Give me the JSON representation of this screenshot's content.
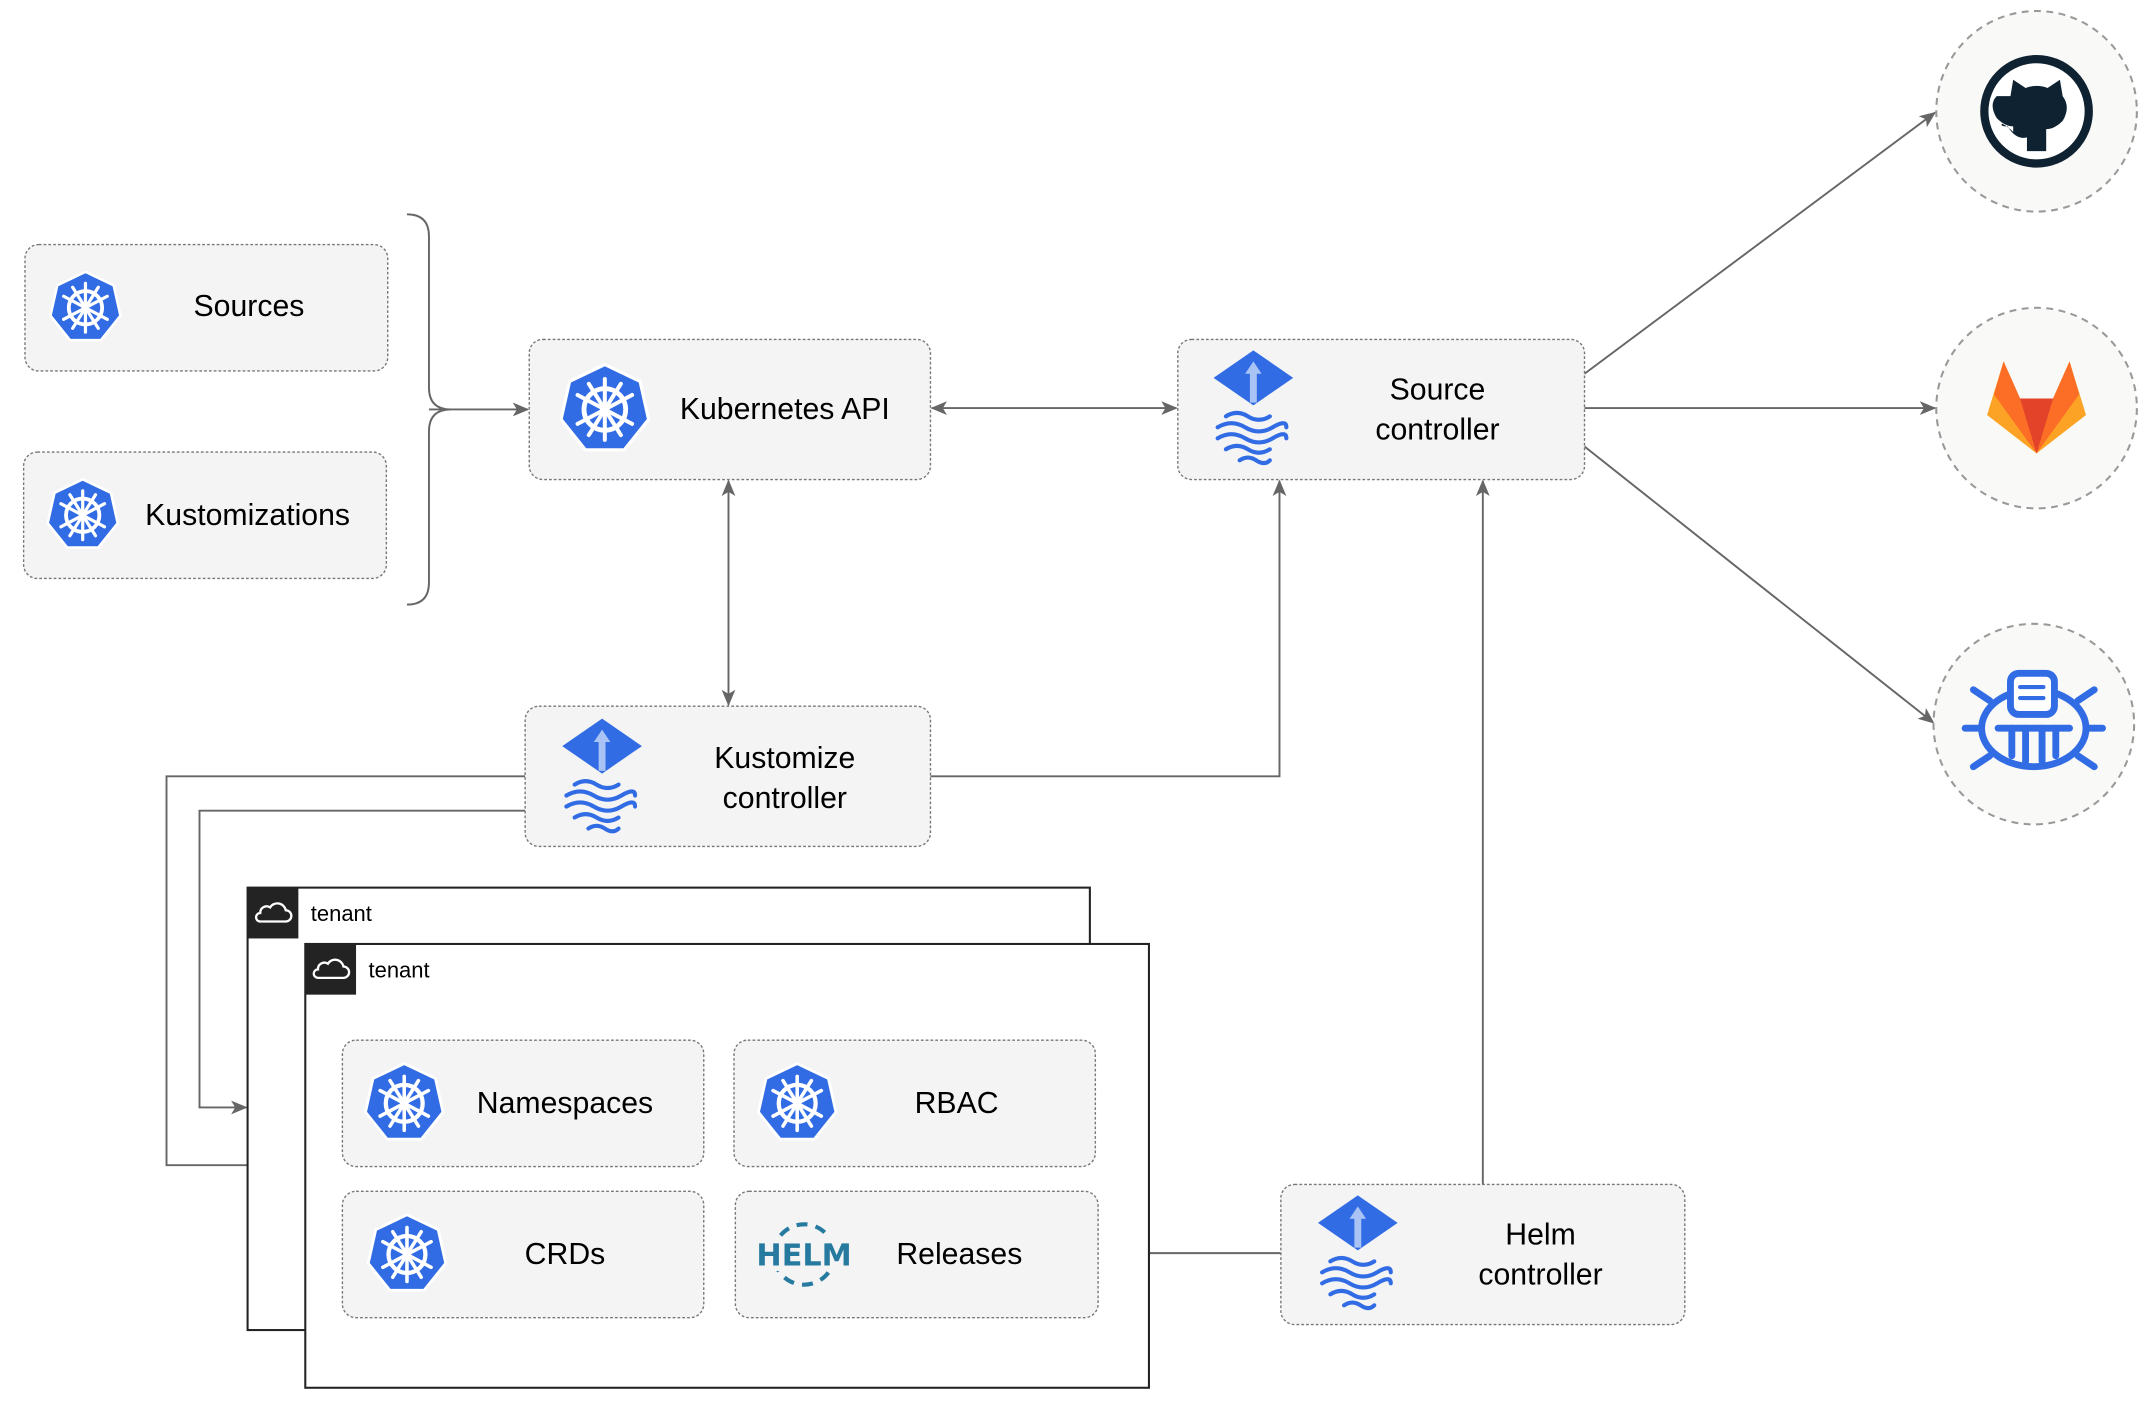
{
  "nodes": {
    "sources": "Sources",
    "kustomizations": "Kustomizations",
    "kubernetes_api": "Kubernetes API",
    "source_controller": [
      "Source",
      "controller"
    ],
    "kustomize_controller": [
      "Kustomize",
      "controller"
    ],
    "helm_controller": [
      "Helm",
      "controller"
    ],
    "namespaces": "Namespaces",
    "rbac": "RBAC",
    "crds": "CRDs",
    "releases": "Releases",
    "helm_logo_text": "HELM"
  },
  "tenants": [
    "tenant",
    "tenant"
  ],
  "external_sources": [
    {
      "icon": "github-icon"
    },
    {
      "icon": "gitlab-icon"
    },
    {
      "icon": "bucket-icon"
    }
  ],
  "colors": {
    "kubernetes_blue": "#326ce5",
    "flux_blue": "#326ce5",
    "gitlab_orange": "#e24329",
    "github_dark": "#0f2231",
    "helm_blue": "#277a9f"
  }
}
